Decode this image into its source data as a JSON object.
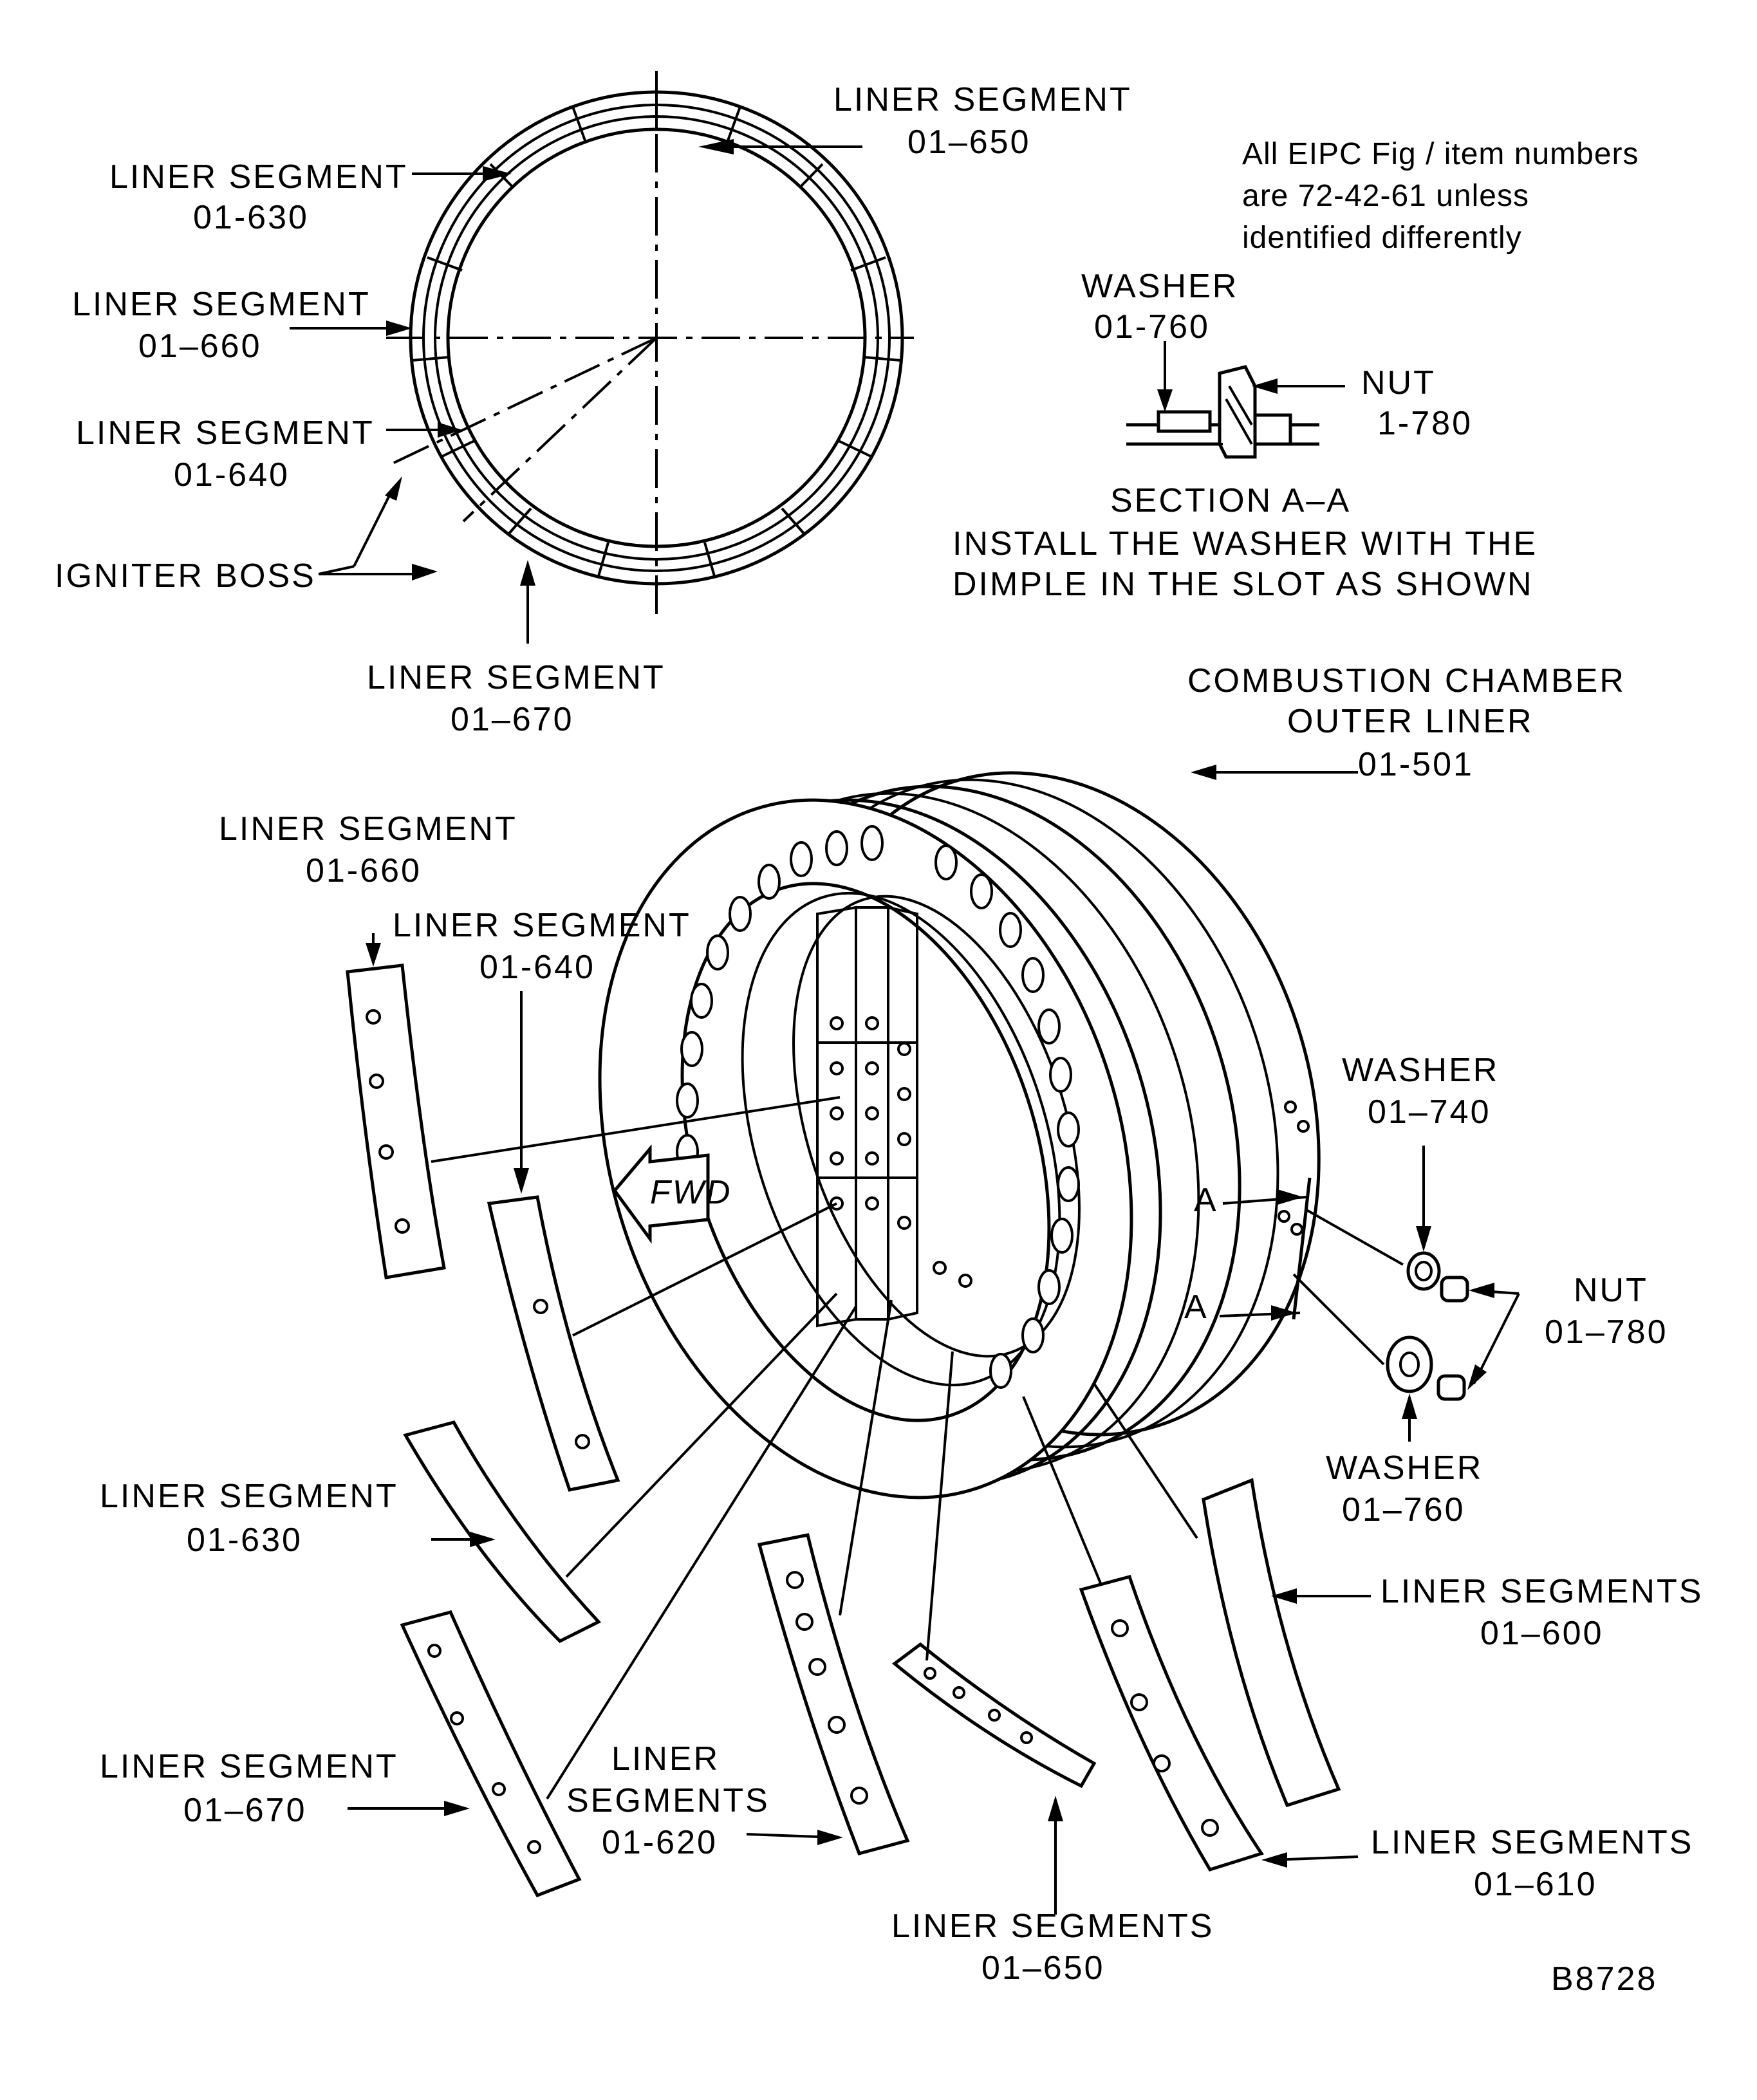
{
  "labels": {
    "top_liner_650": {
      "line1": "LINER SEGMENT",
      "line2": "01–650"
    },
    "top_liner_630": {
      "line1": "LINER SEGMENT",
      "line2": "01-630"
    },
    "top_liner_660": {
      "line1": "LINER SEGMENT",
      "line2": "01–660"
    },
    "top_liner_640": {
      "line1": "LINER SEGMENT",
      "line2": "01-640"
    },
    "igniter_boss": "IGNITER BOSS",
    "top_liner_670": {
      "line1": "LINER SEGMENT",
      "line2": "01–670"
    },
    "note": {
      "line1": "All EIPC Fig / item numbers",
      "line2": "are 72-42-61 unless",
      "line3": "identified differently"
    },
    "section_washer": {
      "line1": "WASHER",
      "line2": "01-760"
    },
    "section_nut": {
      "line1": "NUT",
      "line2": "1-780"
    },
    "section_title": "SECTION A–A",
    "install_note": {
      "line1": "INSTALL THE WASHER WITH THE",
      "line2": "DIMPLE IN THE SLOT AS SHOWN"
    },
    "outer_liner": {
      "line1": "COMBUSTION CHAMBER",
      "line2": "OUTER LINER",
      "line3": "01-501"
    },
    "liner_660": {
      "line1": "LINER SEGMENT",
      "line2": "01-660"
    },
    "liner_640": {
      "line1": "LINER SEGMENT",
      "line2": "01-640"
    },
    "fwd": "FWD",
    "washer_740": {
      "line1": "WASHER",
      "line2": "01–740"
    },
    "section_mark_a": "A",
    "nut_780": {
      "line1": "NUT",
      "line2": "01–780"
    },
    "washer_760": {
      "line1": "WASHER",
      "line2": "01–760"
    },
    "liner_630": {
      "line1": "LINER SEGMENT",
      "line2": "01-630"
    },
    "liners_600": {
      "line1": "LINER SEGMENTS",
      "line2": "01–600"
    },
    "liner_670": {
      "line1": "LINER SEGMENT",
      "line2": "01–670"
    },
    "liners_620": {
      "line1": "LINER",
      "line2": "SEGMENTS",
      "line3": "01-620"
    },
    "liners_610": {
      "line1": "LINER SEGMENTS",
      "line2": "01–610"
    },
    "liners_650": {
      "line1": "LINER SEGMENTS",
      "line2": "01–650"
    },
    "figure_id": "B8728"
  },
  "colors": {
    "ink": "#000000",
    "paper": "#ffffff"
  }
}
